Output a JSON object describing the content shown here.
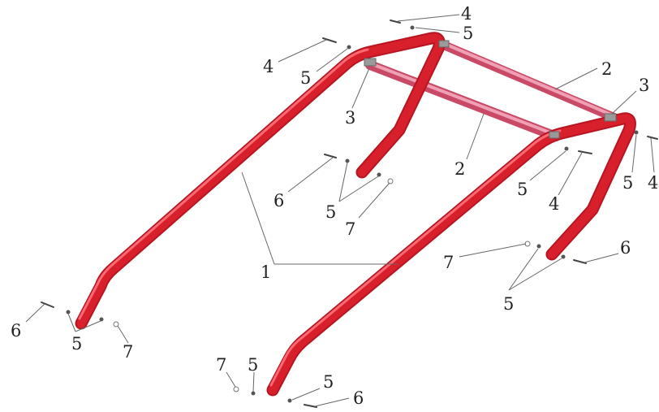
{
  "diagram": {
    "colors": {
      "tube": "#d0202c",
      "tube_dark": "#a8101c",
      "tube_highlight": "#ff7a80",
      "crossbar": "#e06c86",
      "leader_line": "#666666"
    },
    "callouts": {
      "c4_top": "4",
      "c5_top": "5",
      "c4_left": "4",
      "c5_left": "5",
      "c2_upper": "2",
      "c3_right": "3",
      "c3_left": "3",
      "c2_lower": "2",
      "c6_mid": "6",
      "c5_mid": "5",
      "c7_mid": "7",
      "c5_right_mid": "5",
      "c4_right_mid": "4",
      "c5_far_right": "5",
      "c4_far_right": "4",
      "c1": "1",
      "c7_right": "7",
      "c6_right": "6",
      "c5_right_low": "5",
      "c6_left_low": "6",
      "c5_left_low": "5",
      "c7_left_low": "7",
      "c7_bottom": "7",
      "c5_bottom": "5",
      "c5_bottom2": "5",
      "c6_bottom": "6"
    }
  }
}
